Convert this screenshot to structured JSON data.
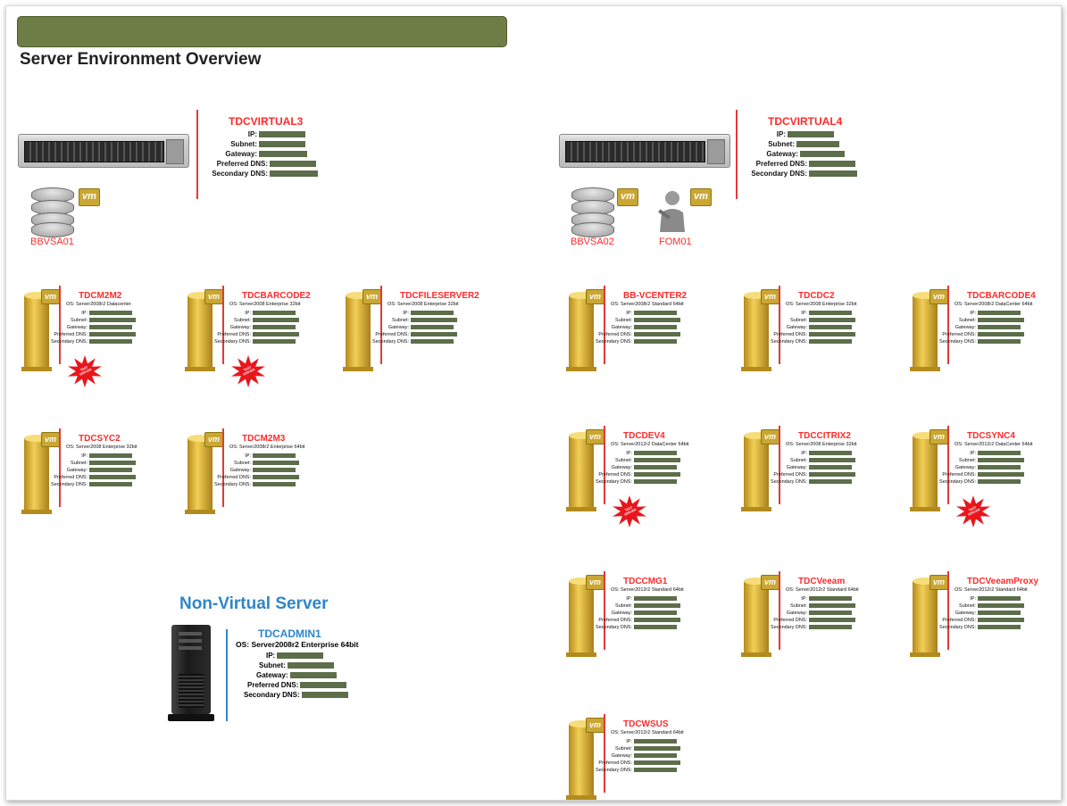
{
  "page": {
    "title": "Server Environment Overview",
    "banner_color": "#6e7d45"
  },
  "physical_hosts": [
    {
      "name": "TDCVIRTUAL3",
      "fields": [
        "IP:",
        "Subnet:",
        "Gateway:",
        "Preferred DNS:",
        "Secondary DNS:"
      ]
    },
    {
      "name": "TDCVIRTUAL4",
      "fields": [
        "IP:",
        "Subnet:",
        "Gateway:",
        "Preferred DNS:",
        "Secondary DNS:"
      ]
    }
  ],
  "host_vms": [
    {
      "label": "BBVSA01"
    },
    {
      "label": "BBVSA02"
    },
    {
      "label": "FOM01"
    }
  ],
  "vm_badge": "vm",
  "test_server_label": "TEST SERVER",
  "vms": [
    {
      "name": "TDCM2M2",
      "os": "OS: Server2008r2 Datacenter",
      "test": true
    },
    {
      "name": "TDCBARCODE2",
      "os": "OS: Server2008 Enterprise 32bit",
      "test": true
    },
    {
      "name": "TDCFILESERVER2",
      "os": "OS: Server2008 Enterprise 32bit",
      "test": false
    },
    {
      "name": "BB-VCENTER2",
      "os": "OS: Server2008r2 Standard 64bit",
      "test": false
    },
    {
      "name": "TDCDC2",
      "os": "OS: Server2008 Enterprise 32bit",
      "test": false
    },
    {
      "name": "TDCBARCODE4",
      "os": "OS: Server2008r2 DataCenter 64bit",
      "test": false
    },
    {
      "name": "TDCSYC2",
      "os": "OS: Server2008 Enterprise 32bit",
      "test": false
    },
    {
      "name": "TDCM2M3",
      "os": "OS: Server2008r2 Enterprise 64bit",
      "test": false
    },
    {
      "name": "TDCDEV4",
      "os": "OS: Server2012r2 DataCenter 64bit",
      "test": true
    },
    {
      "name": "TDCCITRIX2",
      "os": "OS: Server2008 Enterprise 32bit",
      "test": false
    },
    {
      "name": "TDCSYNC4",
      "os": "OS: Server2012r2 DataCenter 64bit",
      "test": true
    },
    {
      "name": "TDCCMG1",
      "os": "OS: Server2012r2 Standard 64bit",
      "test": false
    },
    {
      "name": "TDCVeeam",
      "os": "OS: Server2012r2 Standard 64bit",
      "test": false
    },
    {
      "name": "TDCVeeamProxy",
      "os": "OS: Server2012r2 Standard 64bit",
      "test": false
    },
    {
      "name": "TDCWSUS",
      "os": "OS: Server2012r2 Standard 64bit",
      "test": false
    }
  ],
  "vm_fields": [
    "IP:",
    "Subnet:",
    "Gateway:",
    "Preferred DNS:",
    "Secondary DNS:"
  ],
  "non_virtual": {
    "section_title": "Non-Virtual Server",
    "name": "TDCADMIN1",
    "os": "OS: Server2008r2 Enterprise 64bit",
    "fields": [
      "IP:",
      "Subnet:",
      "Gateway:",
      "Preferred DNS:",
      "Secondary DNS:"
    ]
  }
}
